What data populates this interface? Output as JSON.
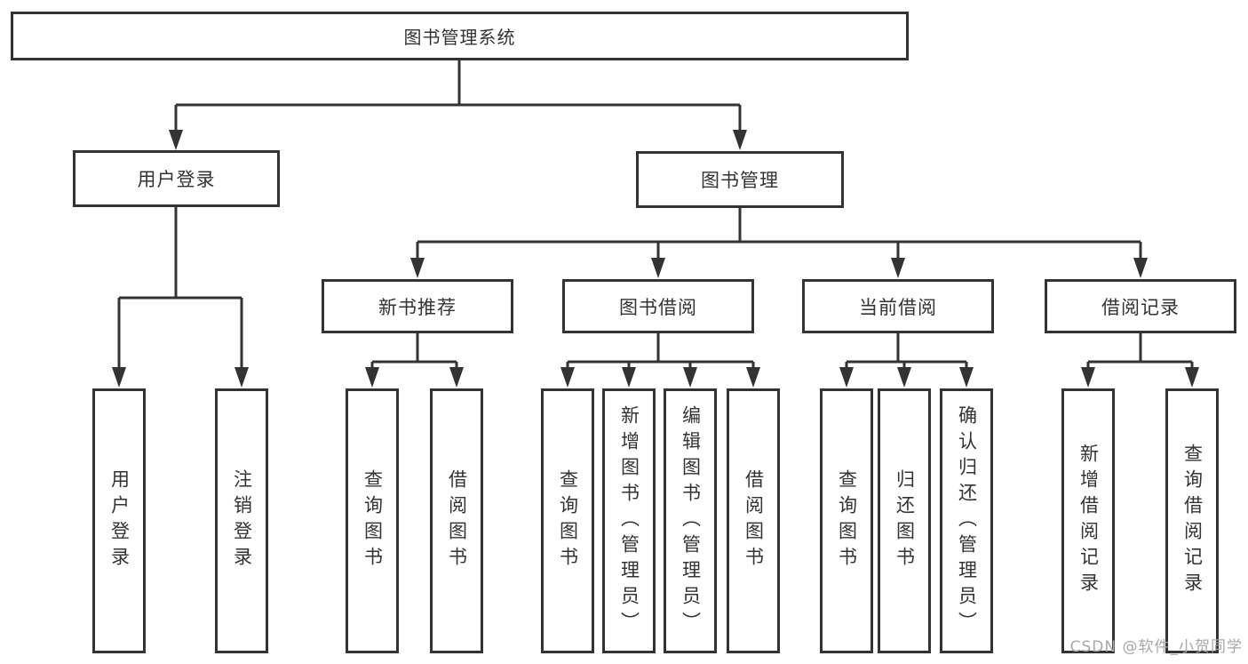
{
  "diagram_type": "hierarchy-tree",
  "colors": {
    "line": "#333333",
    "box_border": "#333333",
    "box_bg": "#ffffff",
    "text": "#333333",
    "watermark": "#a8a8a8"
  },
  "nodes": {
    "root": {
      "label": "图书管理系统"
    },
    "user_login": {
      "label": "用户登录"
    },
    "book_mgmt": {
      "label": "图书管理"
    },
    "new_book_rec": {
      "label": "新书推荐"
    },
    "book_borrow": {
      "label": "图书借阅"
    },
    "current_borrow": {
      "label": "当前借阅"
    },
    "borrow_records": {
      "label": "借阅记录"
    },
    "leaves": {
      "user_login_leaf": {
        "label": "用户登录"
      },
      "logout": {
        "label": "注销登录"
      },
      "nb_query_books": {
        "label": "查询图书"
      },
      "nb_borrow_books": {
        "label": "借阅图书"
      },
      "bb_query_books": {
        "label": "查询图书"
      },
      "bb_add_books": {
        "label": "新增图书（管理员）"
      },
      "bb_edit_books": {
        "label": "编辑图书（管理员）"
      },
      "bb_borrow_books": {
        "label": "借阅图书"
      },
      "cb_query_books": {
        "label": "查询图书"
      },
      "cb_return_books": {
        "label": "归还图书"
      },
      "cb_confirm_return": {
        "label": "确认归还（管理员）"
      },
      "br_add_record": {
        "label": "新增借阅记录"
      },
      "br_query_record": {
        "label": "查询借阅记录"
      }
    }
  },
  "watermark": "CSDN @软件_小贺同学"
}
